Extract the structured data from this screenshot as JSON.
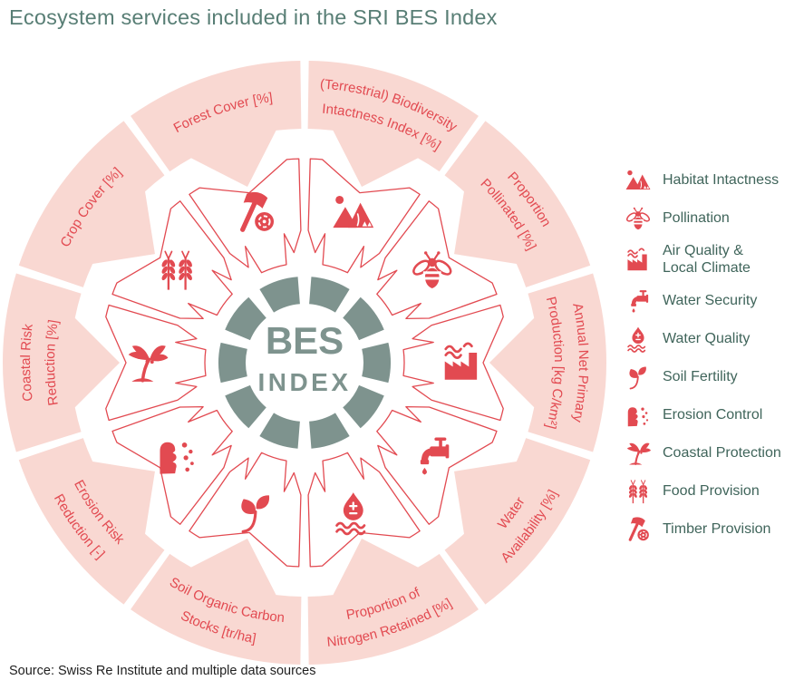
{
  "title": "Ecosystem services included in the SRI BES Index",
  "source": "Source: Swiss Re Institute and multiple data sources",
  "colors": {
    "accent_red": "#e24a51",
    "ring_pink": "#f9d8d2",
    "hub_sage": "#7e938e",
    "title_teal": "#587e75",
    "legend_text": "#40655b",
    "source_text": "#1e1e1e"
  },
  "hub": {
    "label": "BES",
    "sublabel": "INDEX"
  },
  "wheel": {
    "segments": [
      {
        "id": "biodiversity",
        "angle": 18,
        "flipped": false,
        "icon": "habitat-intactness",
        "label_lines": [
          "(Terrestrial) Biodiversity",
          "Intactness Index [%]"
        ]
      },
      {
        "id": "pollinated",
        "angle": 54,
        "flipped": false,
        "icon": "pollination",
        "label_lines": [
          "Proportion",
          "Pollinated [%]"
        ]
      },
      {
        "id": "primary-production",
        "angle": 90,
        "flipped": false,
        "icon": "air-quality",
        "label_lines": [
          "Annual Net Primary",
          "Production [kg C/km²]"
        ]
      },
      {
        "id": "water-availability",
        "angle": 126,
        "flipped": true,
        "icon": "water-security",
        "label_lines": [
          "Water",
          "Availability [%]"
        ]
      },
      {
        "id": "nitrogen-retained",
        "angle": 162,
        "flipped": true,
        "icon": "water-quality",
        "label_lines": [
          "Proportion of",
          "Nitrogen Retained [%]"
        ]
      },
      {
        "id": "soil-carbon",
        "angle": 198,
        "flipped": true,
        "icon": "soil-fertility",
        "label_lines": [
          "Soil Organic Carbon",
          "Stocks [tr/ha]"
        ]
      },
      {
        "id": "erosion-risk",
        "angle": 234,
        "flipped": true,
        "icon": "erosion-control",
        "label_lines": [
          "Erosion Risk",
          "Reduction [-]"
        ]
      },
      {
        "id": "coastal-risk",
        "angle": 270,
        "flipped": false,
        "icon": "coastal-protection",
        "label_lines": [
          "Coastal Risk",
          "Reduction [%]"
        ]
      },
      {
        "id": "crop-cover",
        "angle": 306,
        "flipped": false,
        "icon": "food-provision",
        "label_lines": [
          "Crop Cover [%]"
        ]
      },
      {
        "id": "forest-cover",
        "angle": 342,
        "flipped": false,
        "icon": "timber-provision",
        "label_lines": [
          "Forest Cover [%]"
        ]
      }
    ]
  },
  "legend": {
    "items": [
      {
        "icon": "habitat-intactness",
        "label_lines": [
          "Habitat Intactness"
        ]
      },
      {
        "icon": "pollination",
        "label_lines": [
          "Pollination"
        ]
      },
      {
        "icon": "air-quality",
        "label_lines": [
          "Air Quality &",
          "Local Climate"
        ]
      },
      {
        "icon": "water-security",
        "label_lines": [
          "Water Security"
        ]
      },
      {
        "icon": "water-quality",
        "label_lines": [
          "Water Quality"
        ]
      },
      {
        "icon": "soil-fertility",
        "label_lines": [
          "Soil Fertility"
        ]
      },
      {
        "icon": "erosion-control",
        "label_lines": [
          "Erosion Control"
        ]
      },
      {
        "icon": "coastal-protection",
        "label_lines": [
          "Coastal Protection"
        ]
      },
      {
        "icon": "food-provision",
        "label_lines": [
          "Food Provision"
        ]
      },
      {
        "icon": "timber-provision",
        "label_lines": [
          "Timber Provision"
        ]
      }
    ]
  }
}
